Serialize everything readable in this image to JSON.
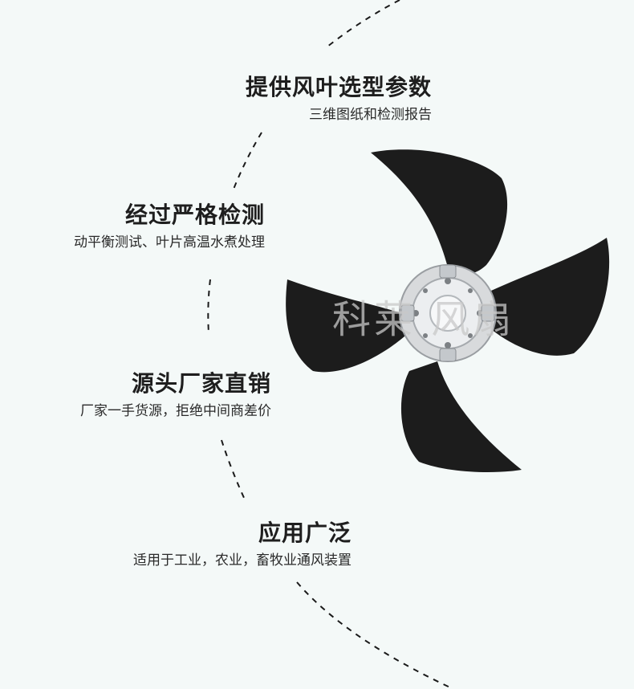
{
  "features": [
    {
      "title": "提供风叶选型参数",
      "desc": "三维图纸和检测报告"
    },
    {
      "title": "经过严格检测",
      "desc": "动平衡测试、叶片高温水煮处理"
    },
    {
      "title": "源头厂家直销",
      "desc": "厂家一手货源，拒绝中间商差价"
    },
    {
      "title": "应用广泛",
      "desc": "适用于工业，农业，畜牧业通风装置"
    }
  ],
  "watermark": "科莱 风扇",
  "colors": {
    "background": "#f4f9f8",
    "blade": "#1c1c1c",
    "hub": "#d8dadc",
    "text": "#1e1e1e"
  }
}
